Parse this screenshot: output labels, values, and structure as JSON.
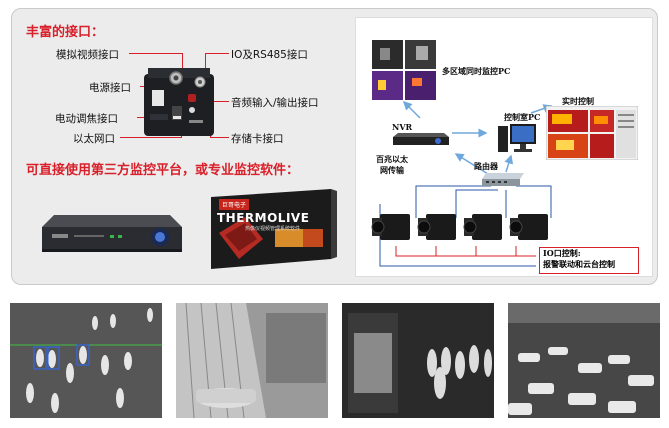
{
  "section_interfaces": {
    "title": "丰富的接口："
  },
  "labels": {
    "analog_video": "模拟视频接口",
    "io_rs485": "IO及RS485接口",
    "power": "电源接口",
    "audio": "音频输入/输出接口",
    "focus": "电动调焦接口",
    "ethernet": "以太网口",
    "storage": "存储卡接口"
  },
  "section_platform": {
    "title": "可直接使用第三方监控平台，或专业监控软件："
  },
  "software_box": {
    "brand": "巨哥电子",
    "product": "THERMOLIVE",
    "subtitle": "热像仪视频管理系统软件"
  },
  "diagram": {
    "multi_monitor": "多区域同时监控PC",
    "nvr": "NVR",
    "control_pc": "控制室PC",
    "realtime": "实时控制",
    "ethernet": [
      "百兆以太",
      "网传输"
    ],
    "router": "路由器",
    "io_title": "IO口控制:",
    "io_desc": "报警联动和云台控制"
  },
  "colors": {
    "accent": "#d9202a",
    "panel_bg": "#ececec",
    "border": "#c9c9c9"
  }
}
